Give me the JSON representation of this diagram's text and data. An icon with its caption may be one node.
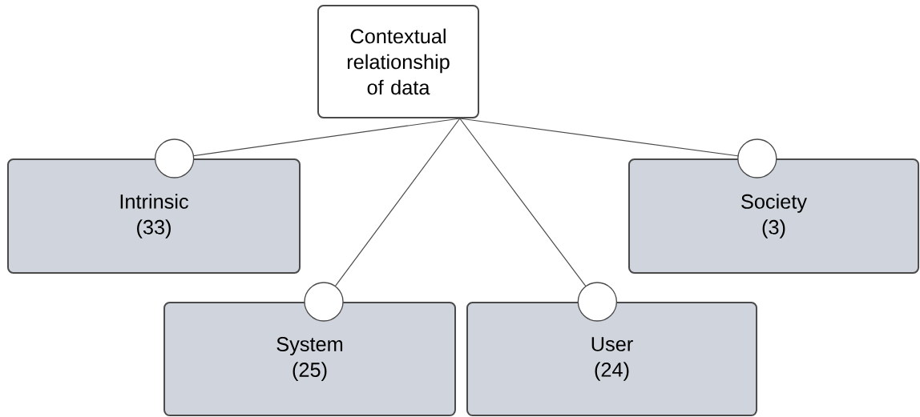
{
  "diagram": {
    "nodes": [
      {
        "text": [
          "Contextual relationship of data"
        ]
      },
      {
        "text": [
          "Intrinsic",
          "(33)"
        ]
      },
      {
        "text": [
          "Society",
          "(3)"
        ]
      },
      {
        "text": [
          "System",
          "(25)"
        ]
      },
      {
        "text": [
          "User",
          "(24)"
        ]
      }
    ],
    "edges": [
      {
        "from": 0,
        "to": 1,
        "arrow": "other"
      },
      {
        "from": 0,
        "to": 3,
        "arrow": "other"
      },
      {
        "from": 0,
        "to": 4,
        "arrow": "other"
      },
      {
        "from": 0,
        "to": 2,
        "arrow": "other"
      }
    ]
  }
}
